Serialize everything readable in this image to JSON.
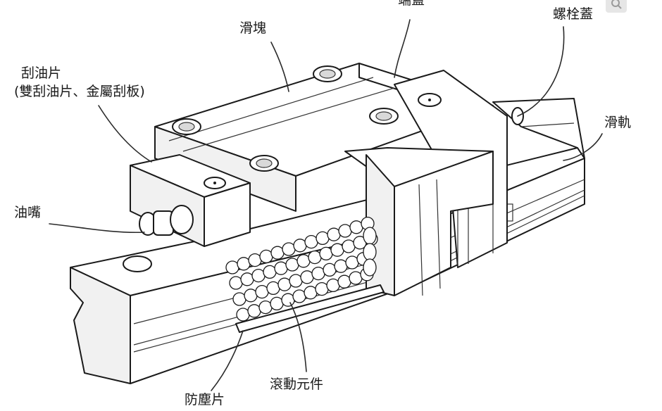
{
  "labels": {
    "end_cap": "端蓋",
    "block": "滑塊",
    "bolt_cap": "螺栓蓋",
    "scraper_line1": "刮油片",
    "scraper_line2": "(雙刮油片、金屬刮板)",
    "rail": "滑軌",
    "grease_nipple": "油嘴",
    "rolling_elements": "滾動元件",
    "dust_strip": "防塵片"
  },
  "zoom_icon": "magnifier-icon"
}
